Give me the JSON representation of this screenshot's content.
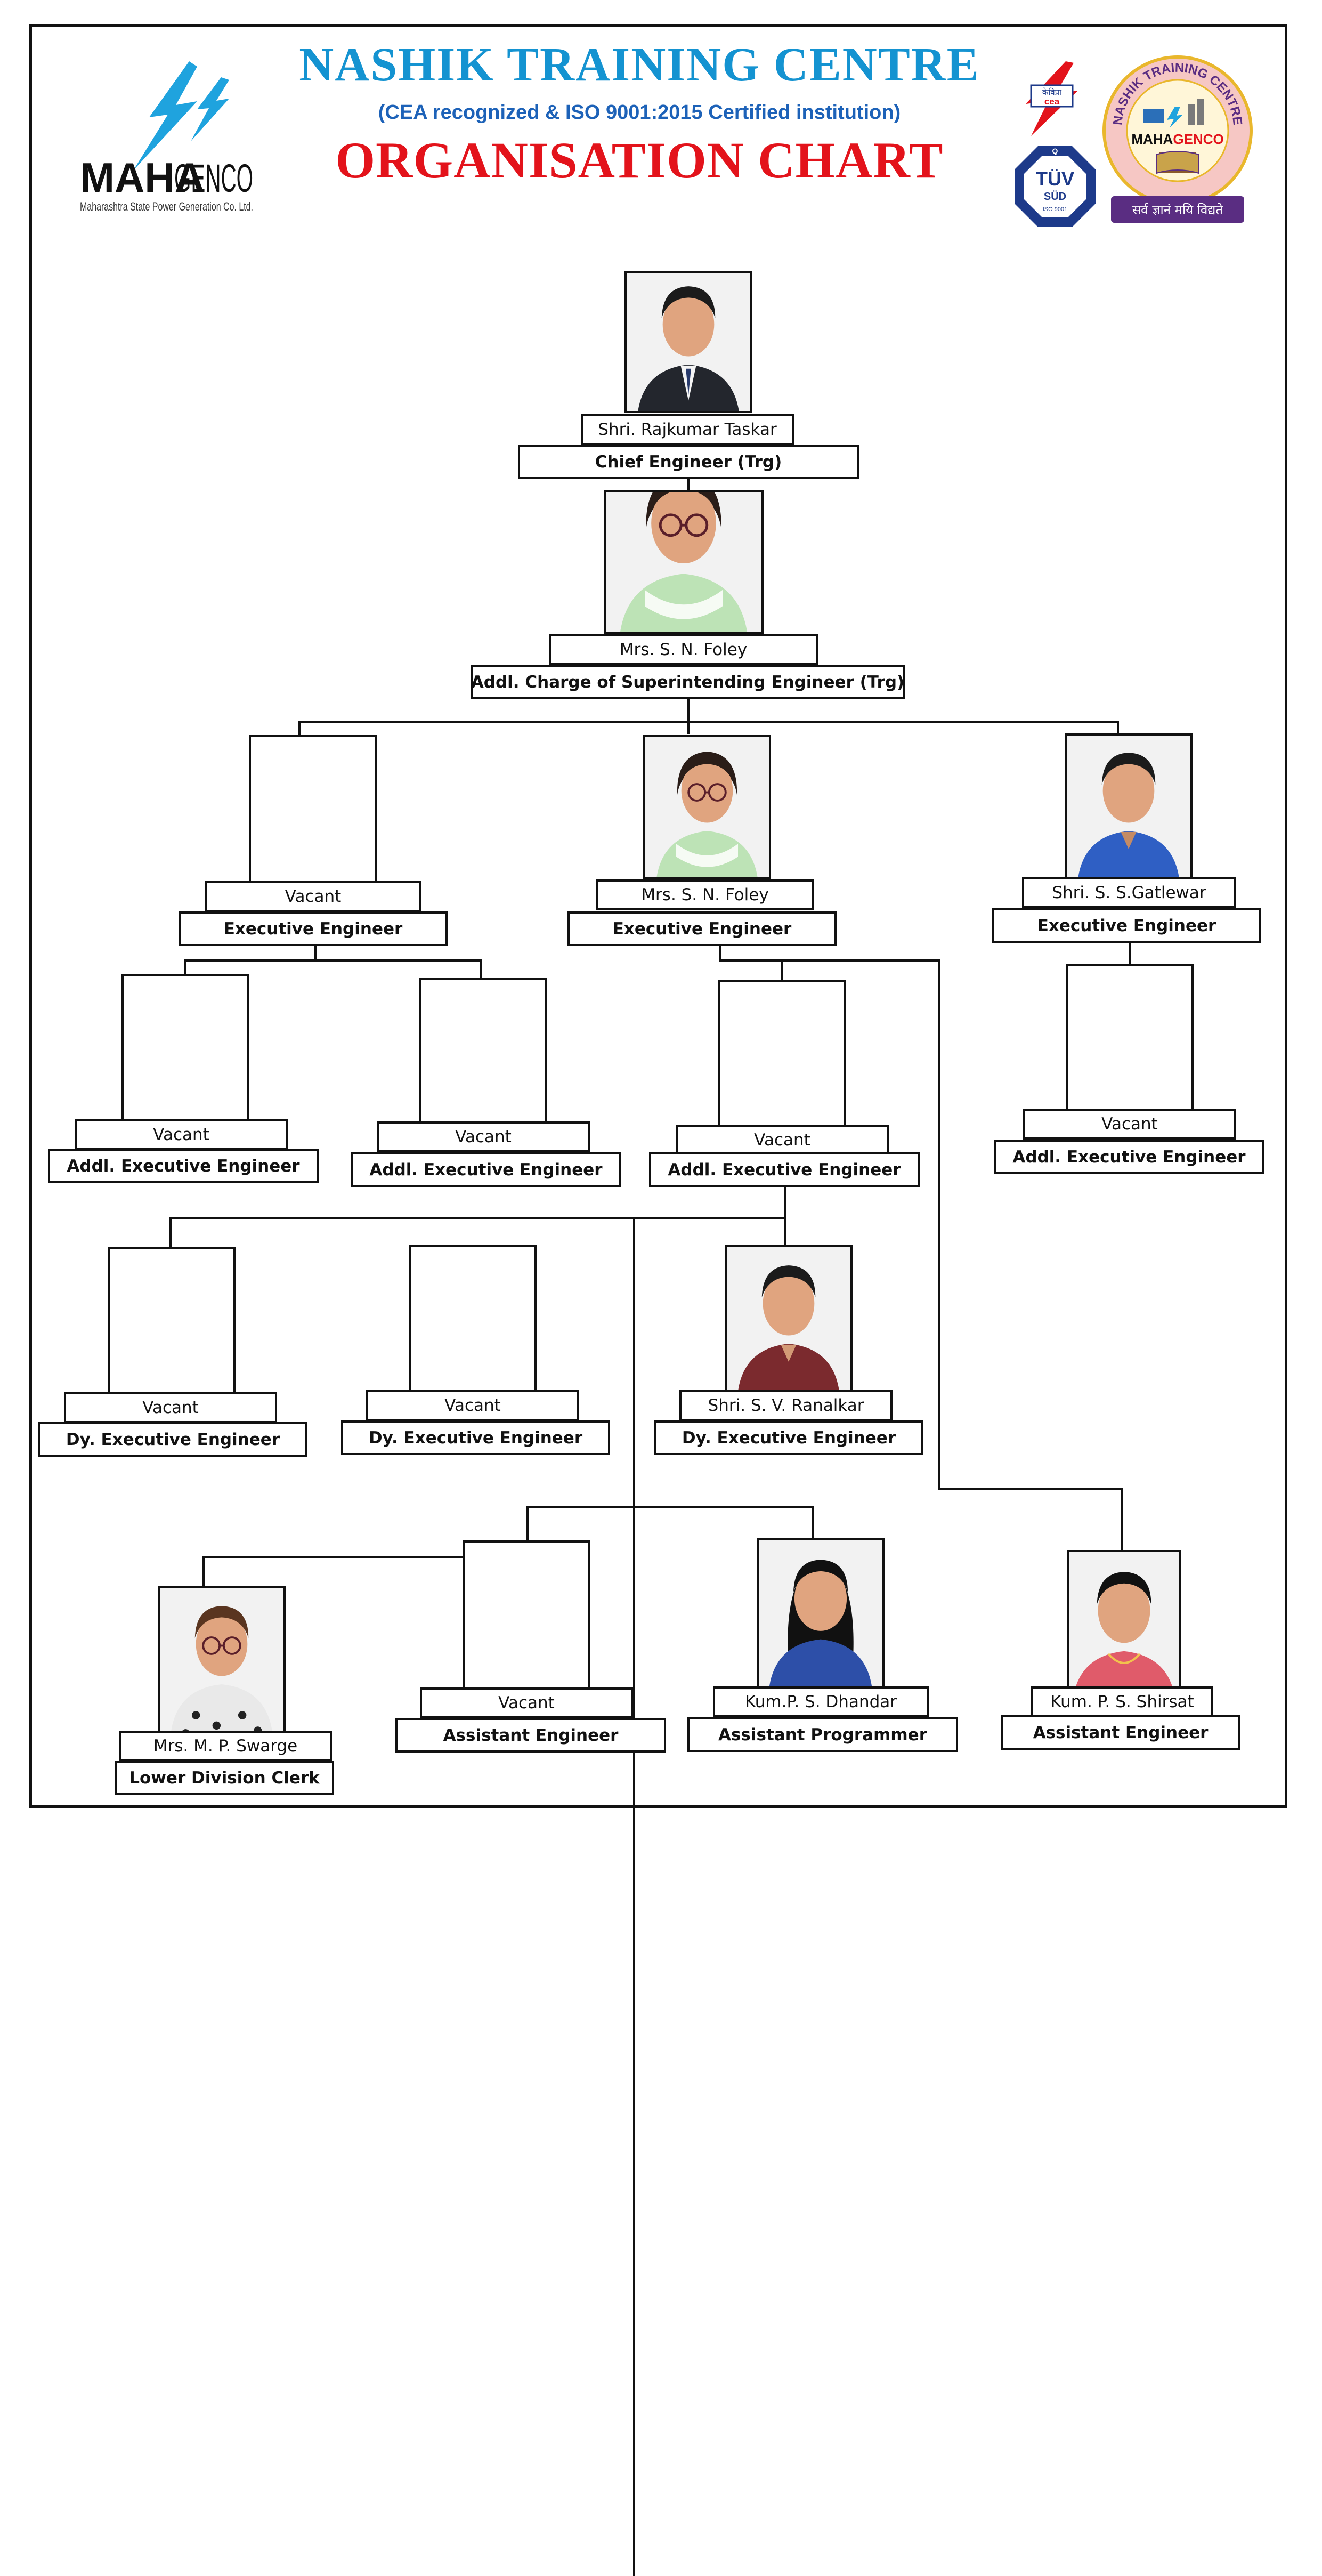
{
  "header": {
    "title": "NASHIK TRAINING CENTRE",
    "subtitle": "(CEA recognized & ISO 9001:2015 Certified institution)",
    "heading": "ORGANISATION CHART",
    "colors": {
      "title": "#1493d1",
      "subtitle": "#1d62b8",
      "heading": "#e3131b"
    }
  },
  "logos": {
    "left_brand_a": "MAHA",
    "left_brand_b": "GENCO",
    "left_tagline": "Maharashtra State Power Generation Co. Ltd.",
    "cea_text_a": "केविप्रा",
    "cea_text_b": "cea",
    "tuv_top": "TÜV",
    "tuv_mid": "SÜD",
    "tuv_bottom": "ISO 9001",
    "seal_ring": "NASHIK TRAINING CENTRE",
    "seal_brand_a": "MAHA",
    "seal_brand_b": "GENCO",
    "seal_motto": "सर्व ज्ञानं मयि विद्यते"
  },
  "nodes": [
    {
      "name": "Shri. Rajkumar Taskar",
      "designation": "Chief Engineer (Trg)",
      "photo": "man-suit"
    },
    {
      "name": "Mrs. S. N. Foley",
      "designation": "Addl. Charge of Superintending Engineer (Trg)",
      "photo": "woman-glasses"
    },
    {
      "name": "Vacant",
      "designation": "Executive Engineer",
      "photo": "empty"
    },
    {
      "name": "Mrs. S. N. Foley",
      "designation": "Executive Engineer",
      "photo": "woman-glasses"
    },
    {
      "name": "Shri. S. S.Gatlewar",
      "designation": "Executive Engineer",
      "photo": "man-blue-shirt"
    },
    {
      "name": "Vacant",
      "designation": "Addl. Executive Engineer",
      "photo": "empty"
    },
    {
      "name": "Vacant",
      "designation": "Addl. Executive Engineer",
      "photo": "empty"
    },
    {
      "name": "Vacant",
      "designation": "Addl. Executive Engineer",
      "photo": "empty"
    },
    {
      "name": "Vacant",
      "designation": "Addl. Executive Engineer",
      "photo": "empty"
    },
    {
      "name": "Vacant",
      "designation": "Dy. Executive Engineer",
      "photo": "empty"
    },
    {
      "name": "Vacant",
      "designation": "Dy. Executive Engineer",
      "photo": "empty"
    },
    {
      "name": "Shri. S. V. Ranalkar",
      "designation": "Dy. Executive Engineer",
      "photo": "man-maroon-shirt"
    },
    {
      "name": "Mrs. M. P. Swarge",
      "designation": "Lower Division Clerk",
      "photo": "woman-printed"
    },
    {
      "name": "Vacant",
      "designation": "Assistant Engineer",
      "photo": "empty"
    },
    {
      "name": "Kum.P. S. Dhandar",
      "designation": "Assistant Programmer",
      "photo": "woman-blue-top"
    },
    {
      "name": "Kum. P. S. Shirsat",
      "designation": "Assistant Engineer",
      "photo": "woman-pink-top"
    }
  ]
}
